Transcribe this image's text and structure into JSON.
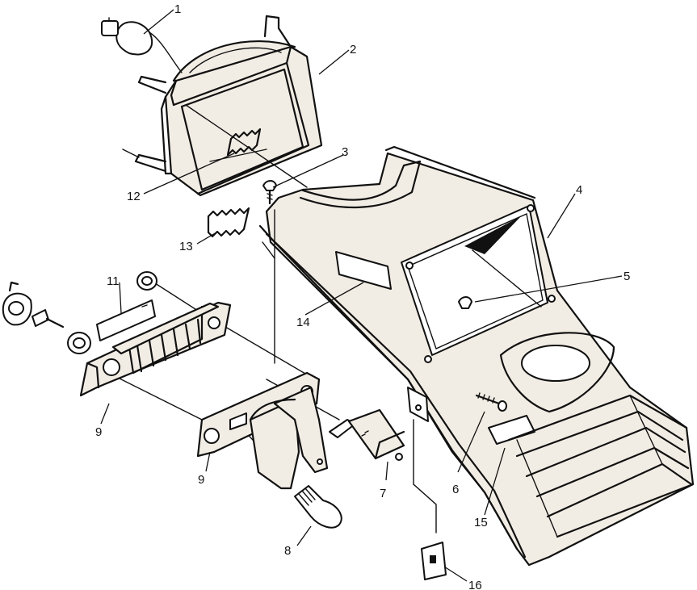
{
  "callouts": [
    {
      "id": "1",
      "text": "1"
    },
    {
      "id": "2",
      "text": "2"
    },
    {
      "id": "3",
      "text": "3"
    },
    {
      "id": "4",
      "text": "4"
    },
    {
      "id": "5",
      "text": "5"
    },
    {
      "id": "6",
      "text": "6"
    },
    {
      "id": "7",
      "text": "7"
    },
    {
      "id": "8",
      "text": "8"
    },
    {
      "id": "9a",
      "text": "9"
    },
    {
      "id": "9b",
      "text": "9"
    },
    {
      "id": "11",
      "text": "11"
    },
    {
      "id": "12",
      "text": "12"
    },
    {
      "id": "13",
      "text": "13"
    },
    {
      "id": "14",
      "text": "14"
    },
    {
      "id": "15",
      "text": "15"
    },
    {
      "id": "16",
      "text": "16"
    }
  ],
  "colors": {
    "ink": "#111111",
    "part_fill": "#f2ede4",
    "background": "#ffffff"
  }
}
